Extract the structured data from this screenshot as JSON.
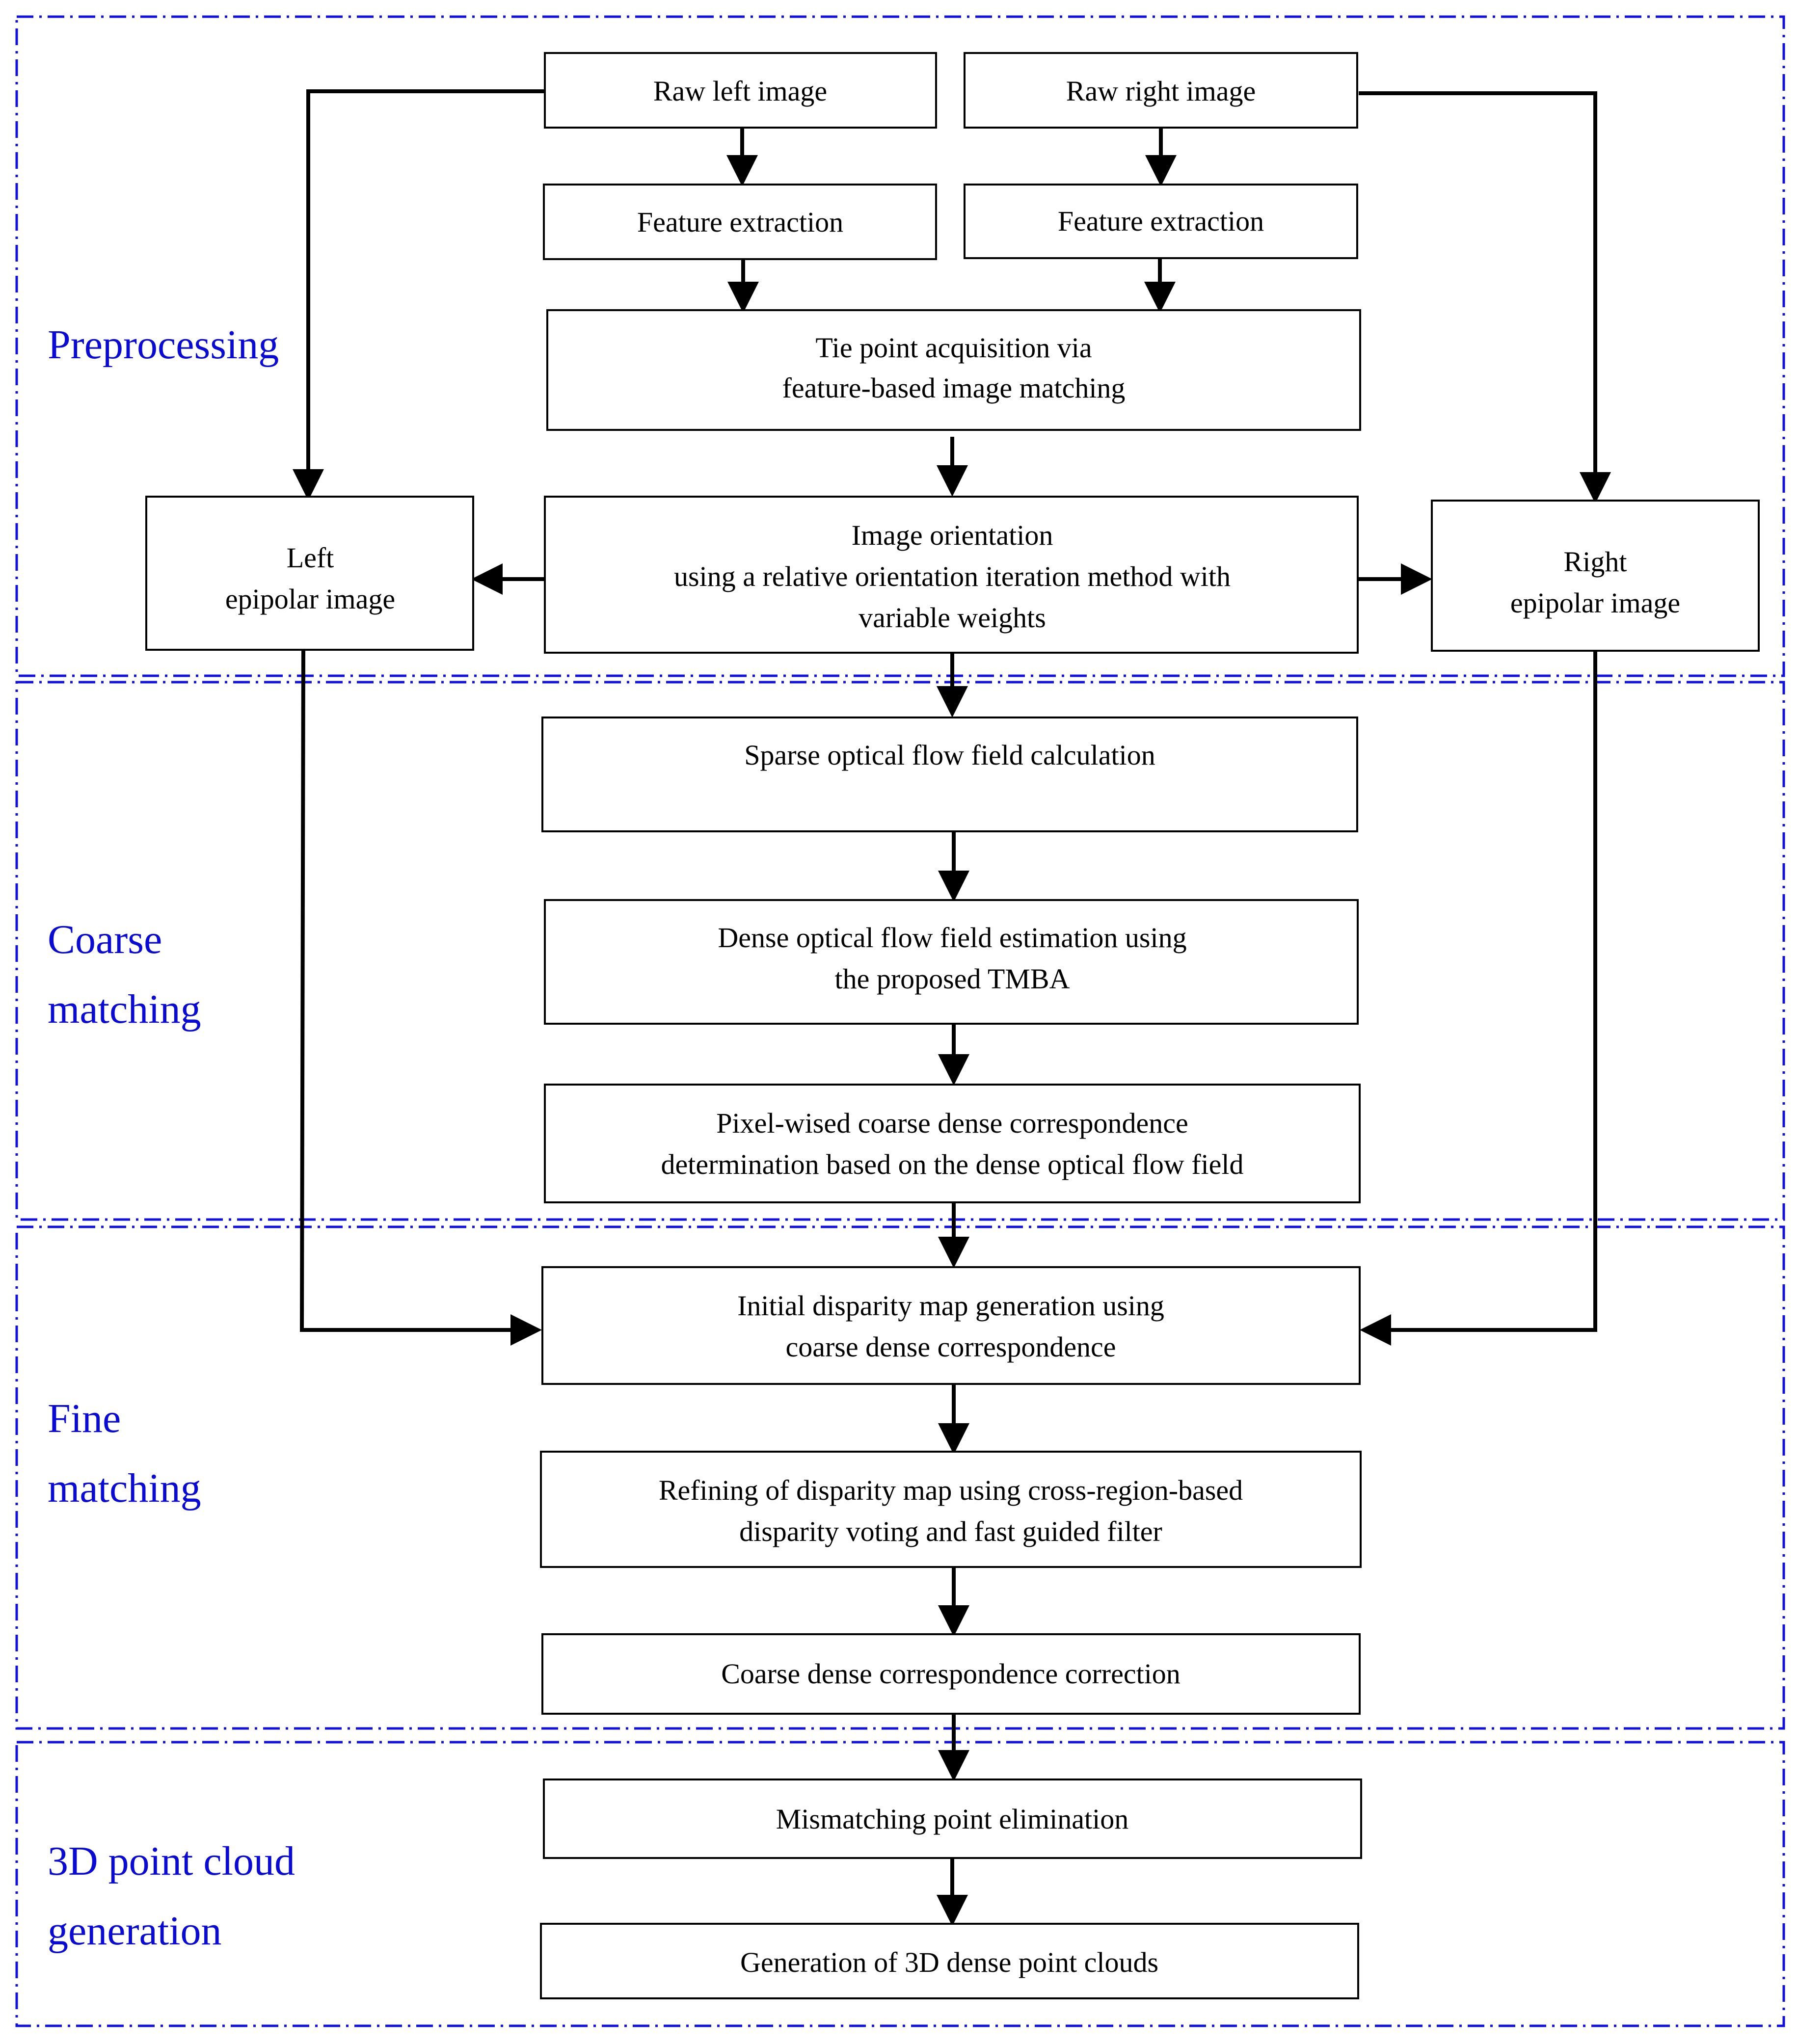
{
  "stages": {
    "preprocessing": [
      "Preprocessing"
    ],
    "coarse": [
      "Coarse",
      "matching"
    ],
    "fine": [
      "Fine",
      "matching"
    ],
    "cloud": [
      "3D point cloud",
      "generation"
    ]
  },
  "boxes": {
    "raw_left": [
      "Raw left image"
    ],
    "raw_right": [
      "Raw right image"
    ],
    "feat_left": [
      "Feature extraction"
    ],
    "feat_right": [
      "Feature extraction"
    ],
    "tie_point": [
      "Tie point acquisition via",
      "feature-based image matching"
    ],
    "left_epipolar": [
      "Left",
      "epipolar image"
    ],
    "orientation": [
      "Image orientation",
      "using a relative orientation iteration method with",
      "variable weights"
    ],
    "right_epipolar": [
      "Right",
      "epipolar image"
    ],
    "sparse_flow": [
      "Sparse optical flow field calculation"
    ],
    "dense_flow": [
      "Dense optical flow field estimation using",
      "the proposed TMBA"
    ],
    "pixel_wise": [
      "Pixel-wised coarse dense correspondence",
      "determination based on the dense optical flow field"
    ],
    "initial_disparity": [
      "Initial disparity map generation using",
      "coarse dense correspondence"
    ],
    "refining": [
      "Refining of disparity map using cross-region-based",
      "disparity voting and fast guided filter"
    ],
    "correction": [
      "Coarse dense correspondence correction"
    ],
    "mismatch": [
      "Mismatching point elimination"
    ],
    "generation": [
      "Generation of 3D dense point clouds"
    ]
  }
}
